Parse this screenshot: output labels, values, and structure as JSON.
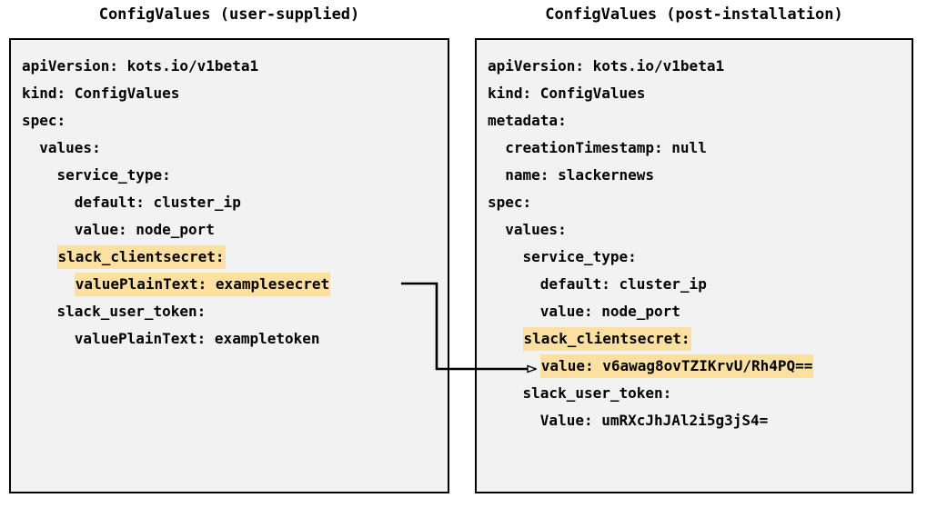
{
  "panels": {
    "left": {
      "title": "ConfigValues (user-supplied)",
      "lines": [
        {
          "text": "apiVersion: kots.io/v1beta1",
          "highlight": false
        },
        {
          "text": "kind: ConfigValues",
          "highlight": false
        },
        {
          "text": "spec:",
          "highlight": false
        },
        {
          "text": "  values:",
          "highlight": false
        },
        {
          "text": "    service_type:",
          "highlight": false
        },
        {
          "text": "      default: cluster_ip",
          "highlight": false
        },
        {
          "text": "      value: node_port",
          "highlight": false
        },
        {
          "text": "    slack_clientsecret:",
          "highlight": true
        },
        {
          "text": "      valuePlainText: examplesecret",
          "highlight": true
        },
        {
          "text": "    slack_user_token:",
          "highlight": false
        },
        {
          "text": "      valuePlainText: exampletoken",
          "highlight": false
        }
      ]
    },
    "right": {
      "title": "ConfigValues (post-installation)",
      "lines": [
        {
          "text": "apiVersion: kots.io/v1beta1",
          "highlight": false
        },
        {
          "text": "kind: ConfigValues",
          "highlight": false
        },
        {
          "text": "metadata:",
          "highlight": false
        },
        {
          "text": "  creationTimestamp: null",
          "highlight": false
        },
        {
          "text": "  name: slackernews",
          "highlight": false
        },
        {
          "text": "spec:",
          "highlight": false
        },
        {
          "text": "  values:",
          "highlight": false
        },
        {
          "text": "    service_type:",
          "highlight": false
        },
        {
          "text": "      default: cluster_ip",
          "highlight": false
        },
        {
          "text": "      value: node_port",
          "highlight": false
        },
        {
          "text": "    slack_clientsecret:",
          "highlight": true
        },
        {
          "text": "      value: v6awag8ovTZIKrvU/Rh4PQ==",
          "highlight": true
        },
        {
          "text": "    slack_user_token:",
          "highlight": false
        },
        {
          "text": "      Value: umRXcJhJAl2i5g3jS4=",
          "highlight": false
        }
      ]
    }
  },
  "connector": {
    "label": "encrypted-value-mapping-arrow",
    "color": "#000000"
  },
  "colors": {
    "highlight": "#fce0a2",
    "panel_background": "#f2f2f2",
    "border": "#000000",
    "text": "#000000"
  }
}
